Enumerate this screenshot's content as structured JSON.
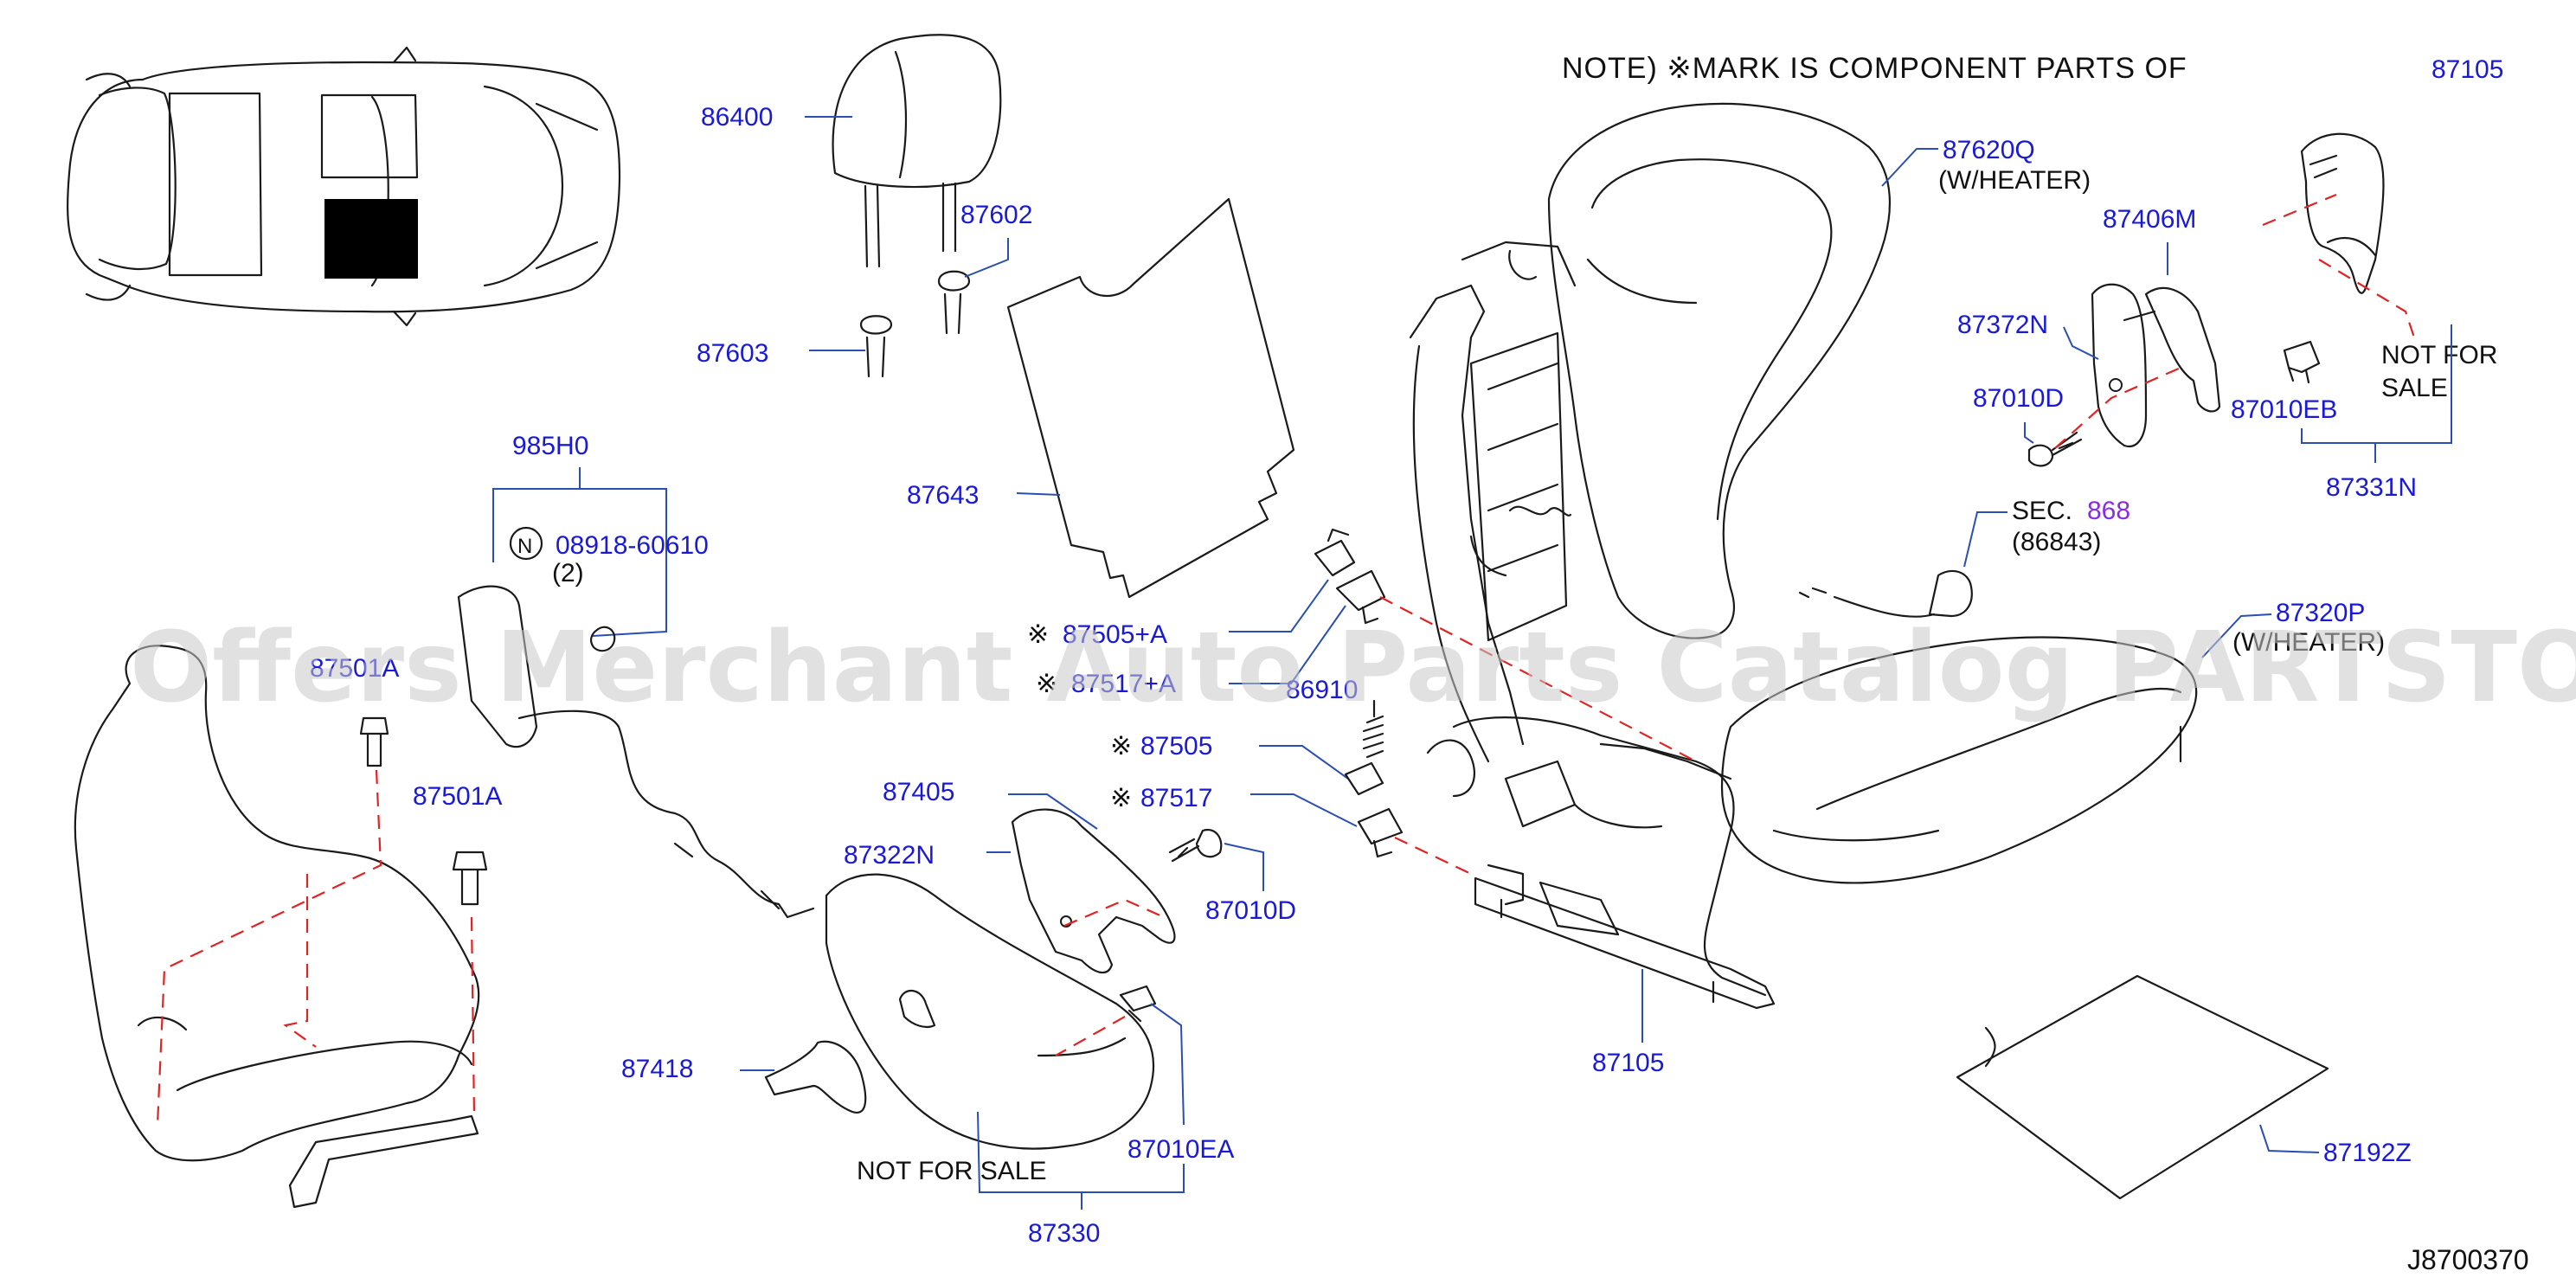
{
  "colors": {
    "label": "#1a1ad6",
    "leader": "#2a4fb0",
    "dashed": "#e02424",
    "sec_link": "#8a2be2",
    "ink": "#1a1a1a",
    "watermark": "#c8c8c8"
  },
  "note": {
    "text": "NOTE)    ※MARK  IS  COMPONENT  PARTS  OF",
    "ref": "87105"
  },
  "watermark": "Offers Merchant Auto Parts Catalog PARTSTORE.SA",
  "diagram_id": "J8700370",
  "part_labels": {
    "p86400": "86400",
    "p87602": "87602",
    "p87603": "87603",
    "p87643": "87643",
    "p985h0": "985H0",
    "p08918": "08918-60610",
    "p87501a_top": "87501A",
    "p87501a": "87501A",
    "p87418": "87418",
    "p87405": "87405",
    "p87322n": "87322N",
    "p87010d_mid": "87010D",
    "p87010ea": "87010EA",
    "p87330": "87330",
    "p87505a": "87505+A",
    "p87517a": "87517+A",
    "p86910": "86910",
    "p87505": "87505",
    "p87517": "87517",
    "p87105_bottom": "87105",
    "p87620q": "87620Q",
    "p87406m": "87406M",
    "p87372n": "87372N",
    "p87010d_right": "87010D",
    "p87010eb": "87010EB",
    "p87331n": "87331N",
    "p87320p": "87320P",
    "p87192z": "87192Z"
  },
  "sub_labels": {
    "w_heater_1": "(W/HEATER)",
    "w_heater_2": "(W/HEATER)",
    "qty_2": "(2)",
    "n_symbol": "N",
    "sec_prefix": "SEC.",
    "sec_number": "868",
    "sec_ref": "(86843)",
    "nfs_left": "NOT   FOR   SALE",
    "nfs_right_1": "NOT   FOR",
    "nfs_right_2": "SALE",
    "mark_1": "※",
    "mark_2": "※",
    "mark_3": "※",
    "mark_4": "※"
  }
}
